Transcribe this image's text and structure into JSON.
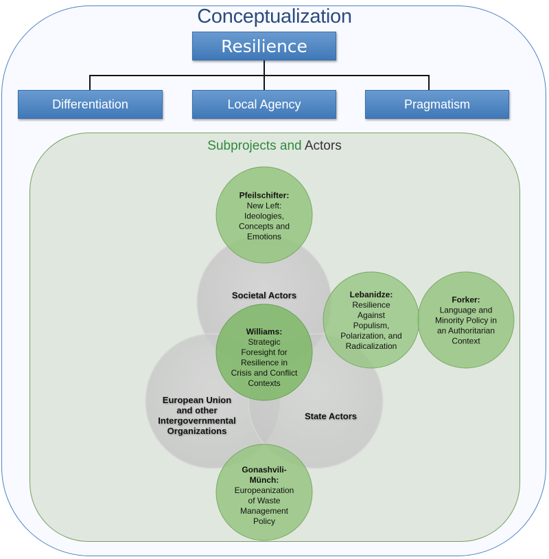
{
  "title": "Conceptualization",
  "root": {
    "label": "Resilience"
  },
  "children": [
    {
      "label": "Differentiation"
    },
    {
      "label": "Local Agency"
    },
    {
      "label": "Pragmatism"
    }
  ],
  "subprojects_section": {
    "title_part1": "Subprojects and",
    "title_part2": "Actors"
  },
  "actors": [
    {
      "label": "Societal Actors"
    },
    {
      "label": "European Union and other Intergovernmental Organizations"
    },
    {
      "label": "State Actors"
    }
  ],
  "subprojects": [
    {
      "name": "Pfeilschifter:",
      "topic": "New Left: Ideologies, Concepts and Emotions"
    },
    {
      "name": "Williams:",
      "topic": "Strategic Foresight for Resilience in Crisis and Conflict Contexts"
    },
    {
      "name": "Lebanidze:",
      "topic": "Resilience Against Populism, Polarization, and Radicalization"
    },
    {
      "name": "Forker:",
      "topic": "Language and Minority Policy in an Authoritarian Context"
    },
    {
      "name": "Gonashvili-Münch:",
      "topic": "Europeanization of Waste Management Policy"
    }
  ],
  "colors": {
    "outer_border": "#4f7fc6",
    "title": "#2b4a7e",
    "box_fill": "#4a84c2",
    "green_border": "#74a05c",
    "green_fill": "#e0e7df",
    "actor_circle": "#c8c8c8",
    "subproject_circle": "#93c47d"
  }
}
